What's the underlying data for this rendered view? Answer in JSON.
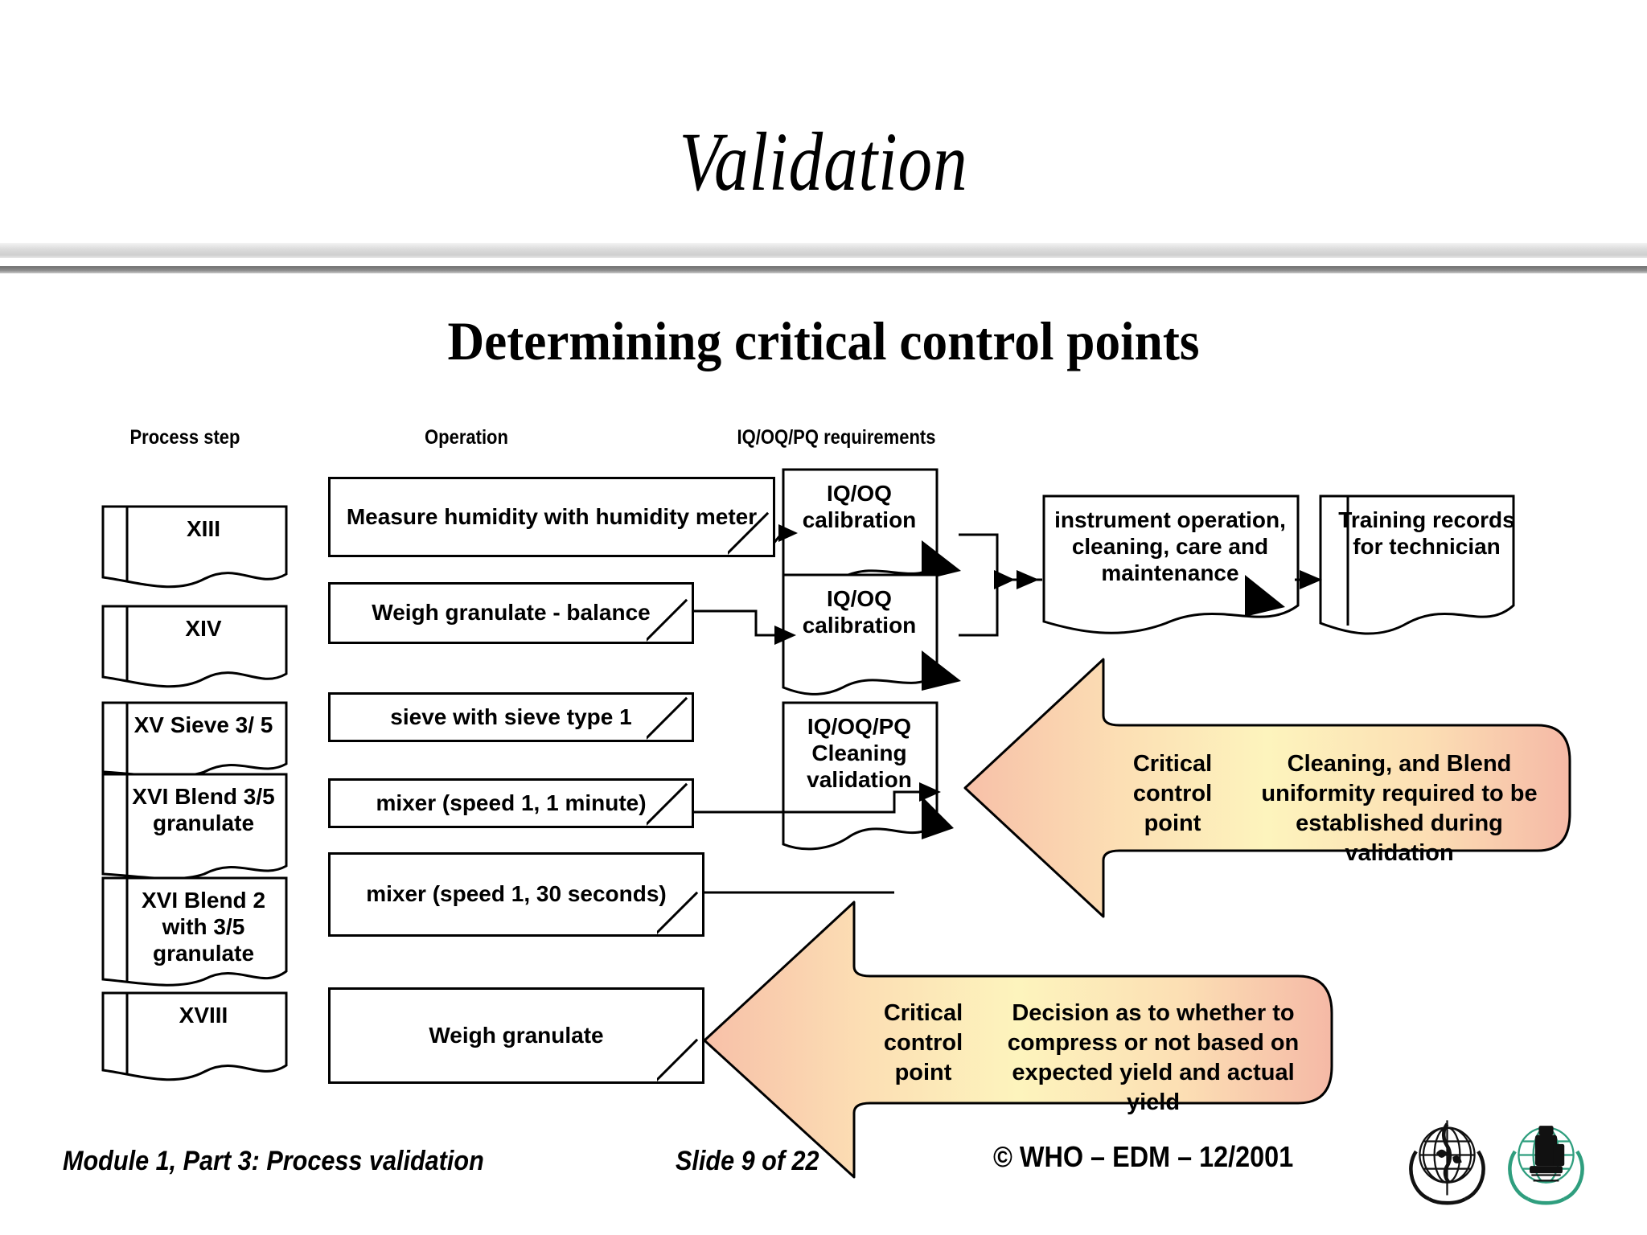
{
  "slide": {
    "title": "Validation",
    "subtitle": "Determining critical control points"
  },
  "columns": {
    "process_step": "Process step",
    "operation": "Operation",
    "iq_oq_pq": "IQ/OQ/PQ requirements"
  },
  "process_steps": [
    {
      "id": "step-xiii",
      "label": "XIII"
    },
    {
      "id": "step-xiv",
      "label": "XIV"
    },
    {
      "id": "step-xv",
      "label": "XV Sieve 3/ 5"
    },
    {
      "id": "step-xvi",
      "label": "XVI Blend 3/5 granulate"
    },
    {
      "id": "step-xvi2",
      "label": "XVI Blend 2 with 3/5 granulate"
    },
    {
      "id": "step-xviii",
      "label": "XVIII"
    }
  ],
  "operations": [
    {
      "id": "op-humidity",
      "label": "Measure humidity with humidity meter"
    },
    {
      "id": "op-weigh-bal",
      "label": "Weigh granulate - balance"
    },
    {
      "id": "op-sieve",
      "label": "sieve with sieve type 1"
    },
    {
      "id": "op-mixer-1",
      "label": "mixer (speed 1, 1 minute)"
    },
    {
      "id": "op-mixer-30",
      "label": "mixer (speed 1, 30 seconds)"
    },
    {
      "id": "op-weigh",
      "label": "Weigh granulate"
    }
  ],
  "requirements": [
    {
      "id": "req-cal-1",
      "label": "IQ/OQ calibration"
    },
    {
      "id": "req-cal-2",
      "label": "IQ/OQ calibration"
    },
    {
      "id": "req-clean",
      "label": "IQ/OQ/PQ Cleaning validation"
    },
    {
      "id": "req-instr",
      "label": "instrument operation, cleaning, care and maintenance"
    },
    {
      "id": "req-train",
      "label": "Training records for technician"
    }
  ],
  "callouts": [
    {
      "id": "callout-cleaning",
      "tag": "Critical control point",
      "body": "Cleaning, and Blend uniformity required to be established during validation"
    },
    {
      "id": "callout-decision",
      "tag": "Critical control point",
      "body": "Decision as to whether to compress or not based on expected yield and actual yield"
    }
  ],
  "footer": {
    "module": "Module 1, Part 3: Process validation",
    "slide_number": "Slide 9 of 22",
    "copyright": "© WHO – EDM – 12/2001"
  },
  "colors": {
    "callout_pink": "#f6c3ad",
    "callout_yellow": "#fdf0b5",
    "rule_light": "#dcdcdc",
    "rule_dark": "#8e8e8e",
    "edm_green": "#2f9e7e",
    "ink": "#000000"
  }
}
